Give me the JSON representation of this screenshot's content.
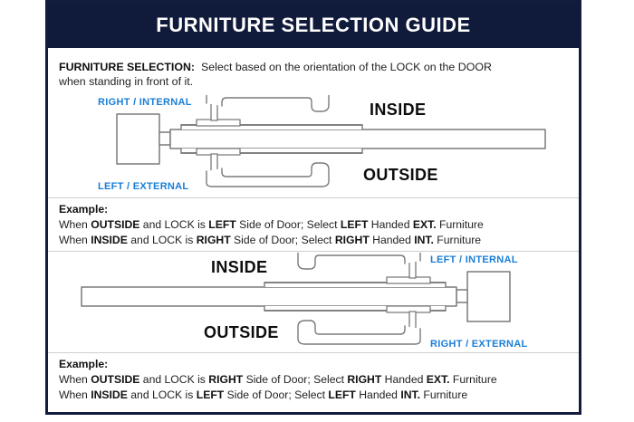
{
  "frame": {
    "title": "FURNITURE SELECTION GUIDE",
    "accent_navy": "#101a3a",
    "accent_blue": "#1a7ed6",
    "text_color": "#222222",
    "background": "#ffffff"
  },
  "intro": {
    "label": "FURNITURE SELECTION:",
    "text_line1": "Select based on the orientation of the LOCK on the DOOR",
    "text_line2": "when standing in front of it."
  },
  "diagram_top": {
    "name": "door-diagram-lock-left",
    "labels": {
      "right_internal": "RIGHT / INTERNAL",
      "left_external": "LEFT / EXTERNAL",
      "inside": "INSIDE",
      "outside": "OUTSIDE"
    }
  },
  "diagram_bottom": {
    "name": "door-diagram-lock-right",
    "labels": {
      "left_internal": "LEFT / INTERNAL",
      "right_external": "RIGHT / EXTERNAL",
      "inside": "INSIDE",
      "outside": "OUTSIDE"
    }
  },
  "example_1": {
    "title": "Example:",
    "line1": {
      "w1": "When ",
      "b1": "OUTSIDE",
      "w2": " and LOCK is ",
      "b2": "LEFT",
      "w3": " Side of Door;   Select ",
      "b3": "LEFT",
      "w4": " Handed ",
      "b4": "EXT.",
      "w5": " Furniture"
    },
    "line2": {
      "w1": "When ",
      "b1": "INSIDE",
      "w2": " and LOCK is ",
      "b2": "RIGHT",
      "w3": " Side of Door;  Select ",
      "b3": "RIGHT",
      "w4": " Handed ",
      "b4": "INT.",
      "w5": " Furniture"
    }
  },
  "example_2": {
    "title": "Example:",
    "line1": {
      "w1": "When ",
      "b1": "OUTSIDE",
      "w2": " and LOCK is ",
      "b2": "RIGHT",
      "w3": " Side of Door;   Select ",
      "b3": "RIGHT",
      "w4": " Handed ",
      "b4": "EXT.",
      "w5": " Furniture"
    },
    "line2": {
      "w1": "When ",
      "b1": "INSIDE",
      "w2": " and LOCK is ",
      "b2": "LEFT",
      "w3": " Side of Door;  Select ",
      "b3": "LEFT",
      "w4": " Handed ",
      "b4": "INT.",
      "w5": " Furniture"
    }
  }
}
